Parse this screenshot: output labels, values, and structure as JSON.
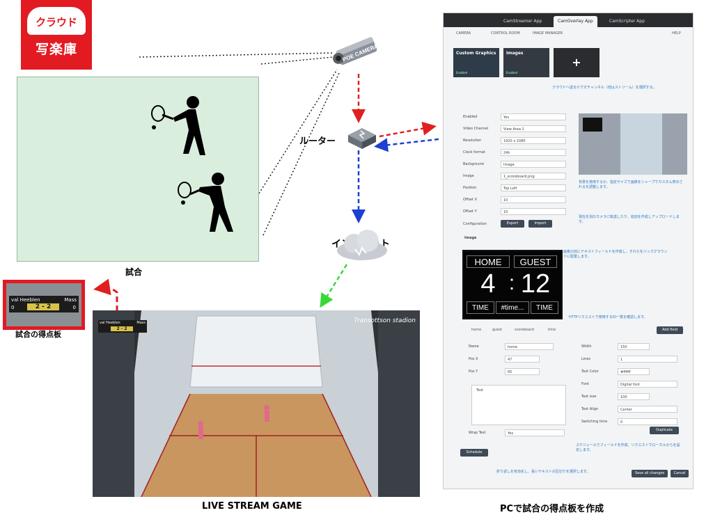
{
  "logo": {
    "line1": "クラウド",
    "line2": "写楽庫"
  },
  "camera_label": "POE CAMERA",
  "router_label": "ルーター",
  "internet_label": "インタネット",
  "match_label": "試合",
  "scoreboard_label": "試合の得点板",
  "live_stream_caption": "LIVE STREAM GAME",
  "pc_caption": "PCで試合の得点板を作成",
  "scoreboard_overlay": {
    "home_name": "val Heeblen",
    "guest_name": "Mass",
    "score": "2 - 2",
    "left_num": "0",
    "right_num": "0"
  },
  "stream": {
    "watermark": "Transottson stadion"
  },
  "colors": {
    "red": "#e21a22",
    "arrow_red": "#e02020",
    "arrow_blue": "#1e3fd0",
    "arrow_green": "#38d838"
  },
  "app": {
    "tabs": [
      "CamStreamer App",
      "CamOverlay App",
      "CamScripter App"
    ],
    "menu": [
      "CAMERA",
      "CONTROL ROOM",
      "IMAGE MANAGER",
      "HELP"
    ],
    "cards": [
      {
        "title": "Custom Graphics",
        "status": "Enabled"
      },
      {
        "title": "Images",
        "status": "Enabled"
      }
    ],
    "fields": [
      {
        "label": "Enabled",
        "value": "Yes"
      },
      {
        "label": "Video Channel",
        "value": "View Area 1"
      },
      {
        "label": "Resolution",
        "value": "1920 x 1080"
      },
      {
        "label": "Clock format",
        "value": "24h"
      },
      {
        "label": "Background",
        "value": "Image"
      },
      {
        "label": "Image",
        "value": "1_scoreboard.png"
      },
      {
        "label": "Position",
        "value": "Top Left"
      },
      {
        "label": "Offset X",
        "value": "10"
      },
      {
        "label": "Offset Y",
        "value": "10"
      },
      {
        "label": "Configuration",
        "value": ""
      }
    ],
    "export_btn": "Export",
    "import_btn": "Import",
    "image_section": "Image",
    "board": {
      "home": "HOME",
      "guest": "GUEST",
      "score_left": "4",
      "score_right": "12",
      "time_left": "TIME",
      "time_mid": "#time...",
      "time_right": "TIME"
    },
    "field_tabs": [
      "home",
      "guest",
      "scoreboard",
      "time"
    ],
    "add_field": "Add field",
    "props_left": [
      {
        "label": "Name",
        "value": "home"
      },
      {
        "label": "Pos X",
        "value": "47"
      },
      {
        "label": "Pos Y",
        "value": "65"
      }
    ],
    "props_right": [
      {
        "label": "Width",
        "value": "150"
      },
      {
        "label": "Lines",
        "value": "1"
      },
      {
        "label": "Text Color",
        "value": "#ffffff"
      },
      {
        "label": "Font",
        "value": "Digital font"
      },
      {
        "label": "Text size",
        "value": "100"
      },
      {
        "label": "Text Align",
        "value": "Center"
      },
      {
        "label": "Switching time",
        "value": "0"
      }
    ],
    "text_label": "Text",
    "wrap_label": "Wrap Text",
    "wrap_value": "Yes",
    "duplicate_btn": "Duplicate",
    "schedule_btn": "Schedule",
    "save_btn": "Save all changes",
    "cancel_btn": "Cancel"
  },
  "notes": [
    "クラウドへ送るビデオチャンネル（他はストリーム）を選択する。",
    "背景を使用するか、指定サイズで画像をシャープでカスタム表示されるを調整します。",
    "現在を別のカメラに転送したり、追加を作成しアップロードします。",
    "画像の前にテキストフィールドを作成し、それらをバックグラウンドに配置します。",
    "HTTPリクエストで使用するID一覧を確認します。",
    "スケジュールでフィールドを作成、リクエストでローカルからを設定します。",
    "折り返しを有効化し、長いテキストの区切りを選択します。"
  ]
}
